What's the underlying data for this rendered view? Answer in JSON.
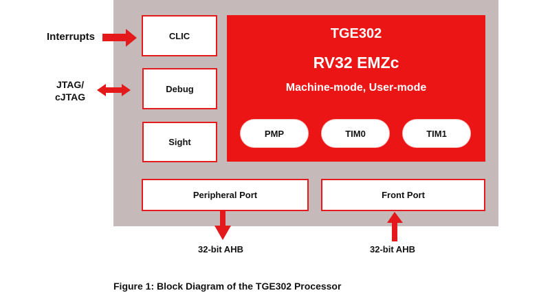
{
  "diagram": {
    "core": {
      "name": "TGE302",
      "isa": "RV32 EMZc",
      "modes": "Machine-mode, User-mode",
      "units": [
        "PMP",
        "TIM0",
        "TIM1"
      ]
    },
    "side_blocks": [
      "CLIC",
      "Debug",
      "Sight"
    ],
    "ports": [
      "Peripheral Port",
      "Front Port"
    ],
    "external": {
      "interrupts": "Interrupts",
      "jtag_line1": "JTAG/",
      "jtag_line2": "cJTAG",
      "peripheral_bus": "32-bit AHB",
      "front_bus": "32-bit AHB"
    },
    "colors": {
      "accent": "#ec1515",
      "chip_bg": "#c5b9b9"
    }
  },
  "caption": "Figure 1: Block Diagram of the TGE302 Processor"
}
